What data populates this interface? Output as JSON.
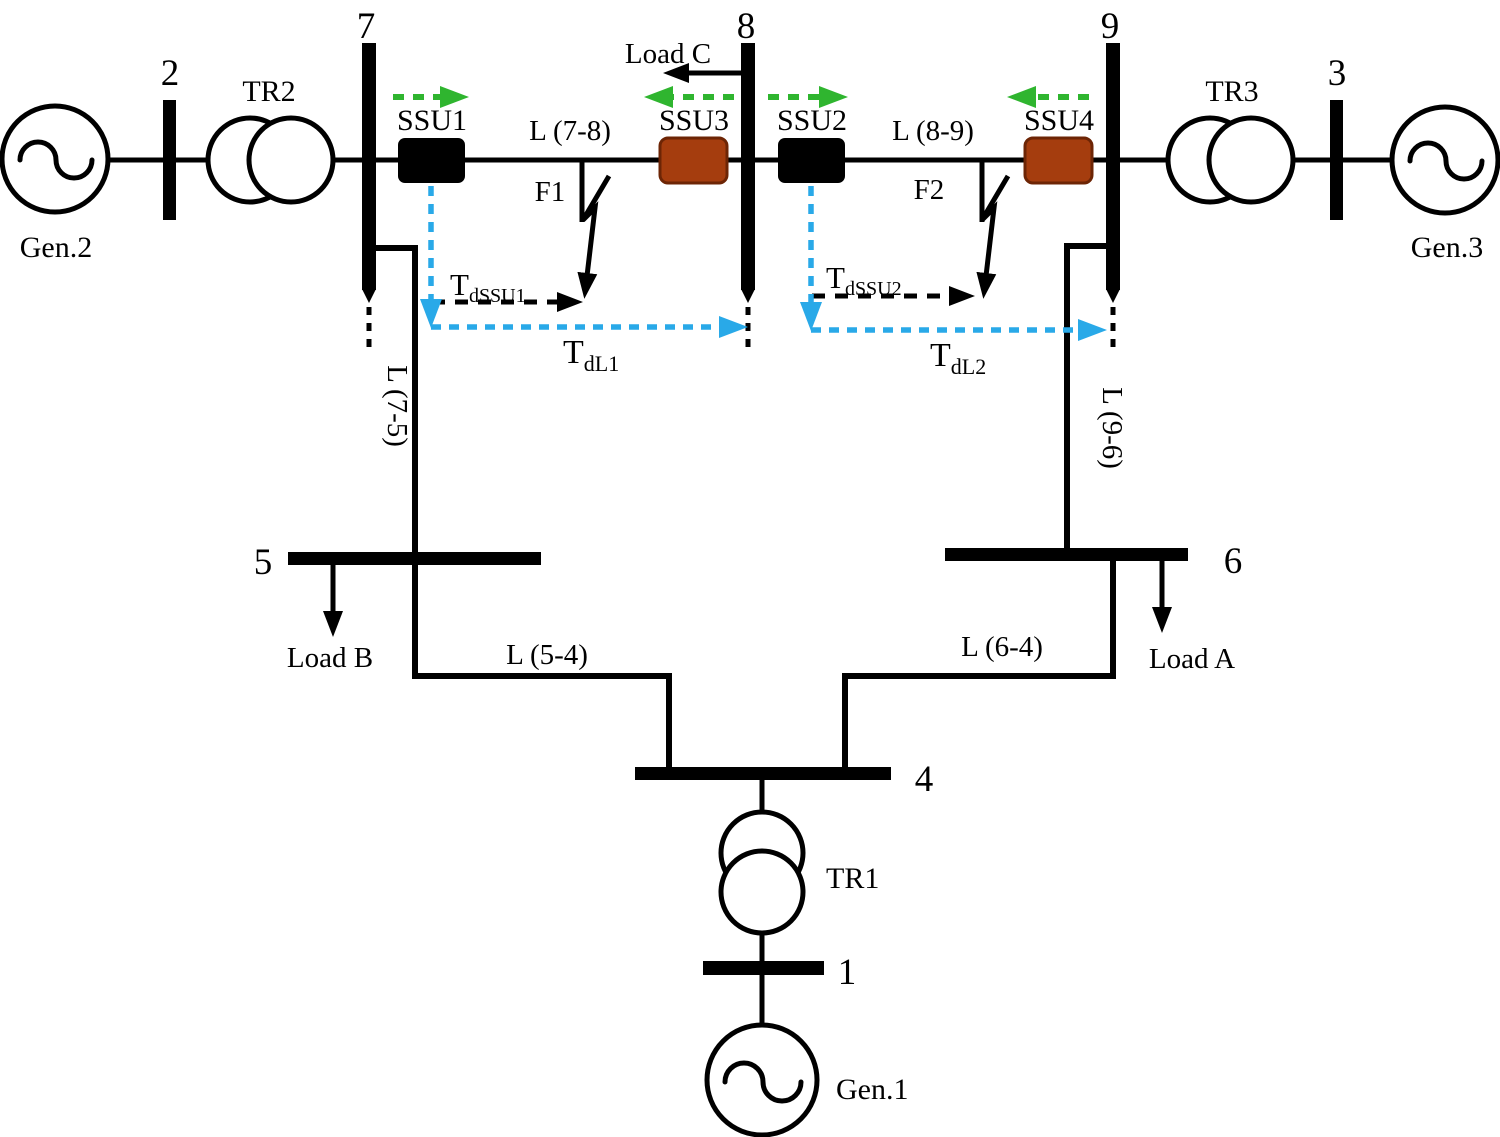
{
  "figure": {
    "colors": {
      "line": "#000000",
      "ssu_black": "#000000",
      "ssu_brown": "#a53d0e",
      "ssu_brown_border": "#6d2505",
      "green": "#2fb52f",
      "blue": "#29a9e8"
    },
    "buses": {
      "b1": "1",
      "b2": "2",
      "b3": "3",
      "b4": "4",
      "b5": "5",
      "b6": "6",
      "b7": "7",
      "b8": "8",
      "b9": "9"
    },
    "generators": {
      "gen1": "Gen.1",
      "gen2": "Gen.2",
      "gen3": "Gen.3"
    },
    "transformers": {
      "tr1": "TR1",
      "tr2": "TR2",
      "tr3": "TR3"
    },
    "ssus": {
      "ssu1": "SSU1",
      "ssu2": "SSU2",
      "ssu3": "SSU3",
      "ssu4": "SSU4"
    },
    "lines": {
      "l78": "L (7-8)",
      "l89": "L (8-9)",
      "l75": "L (7-5)",
      "l96": "L (9-6)",
      "l54": "L (5-4)",
      "l64": "L (6-4)"
    },
    "faults": {
      "f1": "F1",
      "f2": "F2"
    },
    "loads": {
      "load_a": "Load A",
      "load_b": "Load B",
      "load_c": "Load C"
    },
    "timers": {
      "tdssu1": {
        "main": "T",
        "sub": "dSSU1"
      },
      "tdssu2": {
        "main": "T",
        "sub": "dSSU2"
      },
      "tdl1": {
        "main": "T",
        "sub": "dL1"
      },
      "tdl2": {
        "main": "T",
        "sub": "dL2"
      }
    }
  }
}
